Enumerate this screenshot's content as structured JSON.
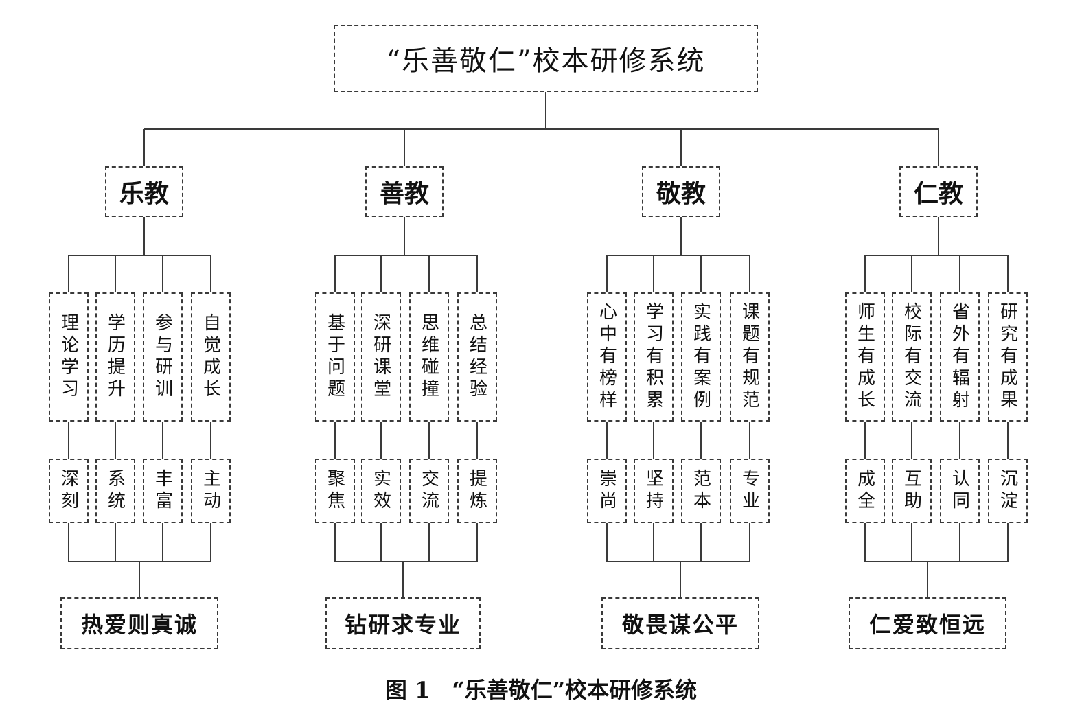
{
  "root": {
    "label": "“乐善敬仁”校本研修系统"
  },
  "groups": [
    {
      "category": "乐教",
      "practices": [
        "理论学习",
        "学历提升",
        "参与研训",
        "自觉成长"
      ],
      "qualities": [
        "深刻",
        "系统",
        "丰富",
        "主动"
      ],
      "outcome": "热爱则真诚"
    },
    {
      "category": "善教",
      "practices": [
        "基于问题",
        "深研课堂",
        "思维碰撞",
        "总结经验"
      ],
      "qualities": [
        "聚焦",
        "实效",
        "交流",
        "提炼"
      ],
      "outcome": "钻研求专业"
    },
    {
      "category": "敬教",
      "practices": [
        "心中有榜样",
        "学习有积累",
        "实践有案例",
        "课题有规范"
      ],
      "qualities": [
        "崇尚",
        "坚持",
        "范本",
        "专业"
      ],
      "outcome": "敬畏谋公平"
    },
    {
      "category": "仁教",
      "practices": [
        "师生有成长",
        "校际有交流",
        "省外有辐射",
        "研究有成果"
      ],
      "qualities": [
        "成全",
        "互助",
        "认同",
        "沉淀"
      ],
      "outcome": "仁爱致恒远"
    }
  ],
  "caption": "图 1　“乐善敬仁”校本研修系统"
}
